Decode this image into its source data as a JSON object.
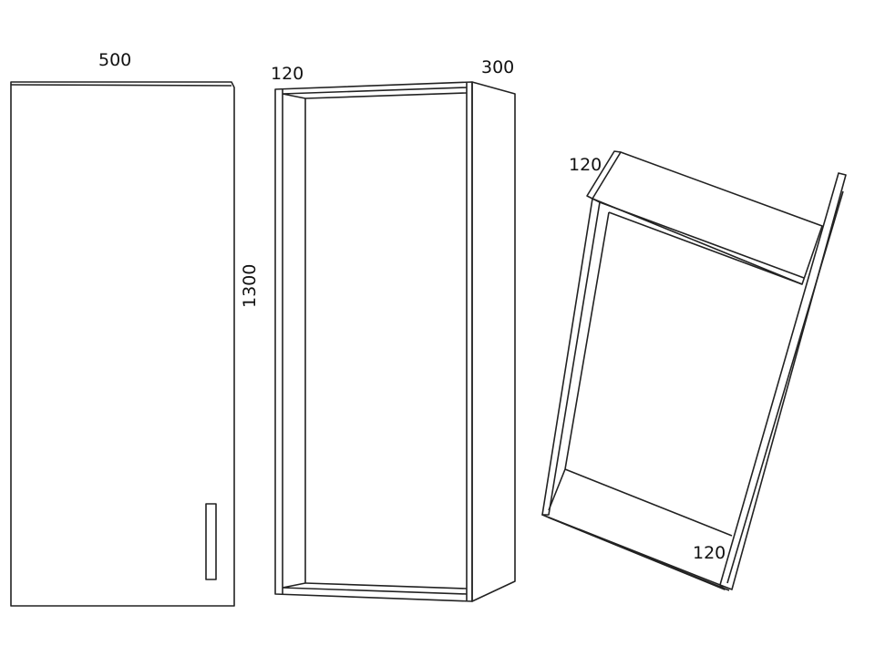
{
  "drawing": {
    "door_cabinet": {
      "width_label": "500",
      "height_label": "1300"
    },
    "open_cabinet": {
      "panel_label": "120",
      "depth_label": "300"
    },
    "tilted_cabinet": {
      "top_label": "120",
      "bottom_label": "120"
    },
    "line_color": "#222222"
  }
}
